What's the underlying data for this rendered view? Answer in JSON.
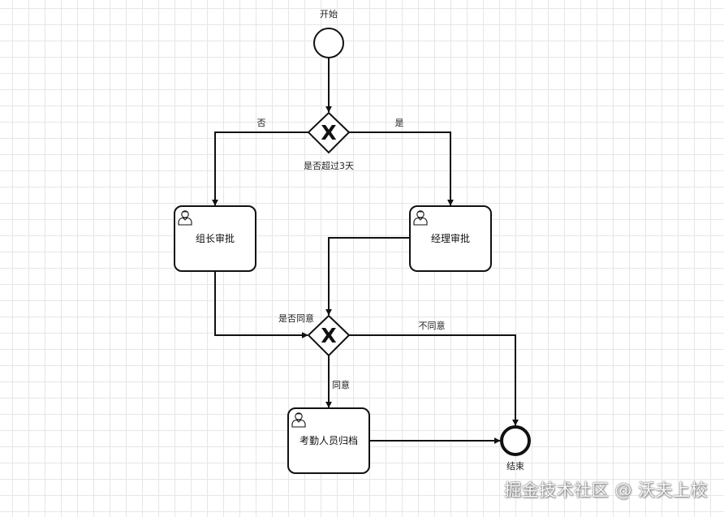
{
  "start_event": {
    "label": "开始"
  },
  "end_event": {
    "label": "结束"
  },
  "gateway_duration": {
    "label": "是否超过3天",
    "marker": "X"
  },
  "gateway_approval": {
    "label": "是否同意",
    "marker": "X"
  },
  "tasks": {
    "leader": {
      "label": "组长审批",
      "icon": "user-icon"
    },
    "manager": {
      "label": "经理审批",
      "icon": "user-icon"
    },
    "attendance": {
      "label": "考勤人员归档",
      "icon": "user-icon"
    }
  },
  "flows": {
    "no": "否",
    "yes": "是",
    "agree": "同意",
    "disagree": "不同意"
  },
  "watermark": "掘金技术社区 @ 沃夫上校",
  "colors": {
    "stroke": "#111111",
    "grid": "#e6e6e6",
    "background": "#ffffff"
  }
}
